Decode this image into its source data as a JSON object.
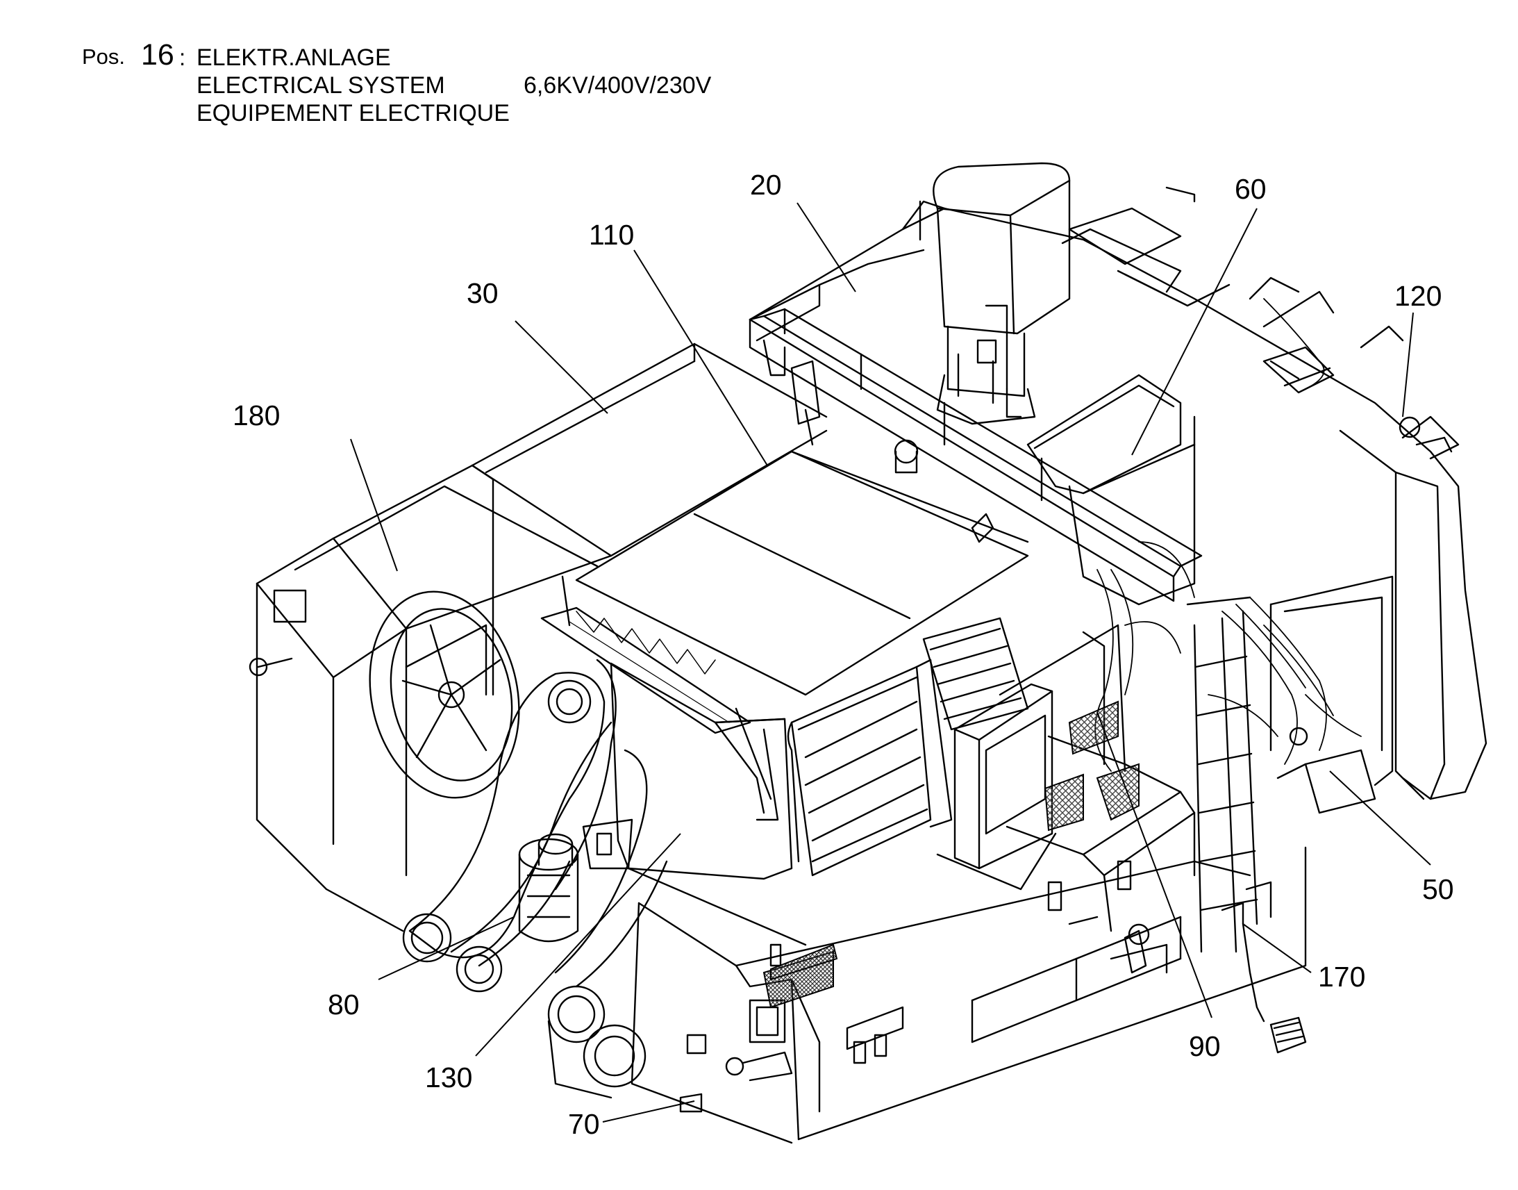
{
  "header": {
    "pos_label": "Pos.",
    "pos_number": "16",
    "separator": ":",
    "title_de": "ELEKTR.ANLAGE",
    "title_en": "ELECTRICAL SYSTEM",
    "voltage": "6,6KV/400V/230V",
    "title_fr": "EQUIPEMENT ELECTRIQUE"
  },
  "callouts": [
    {
      "id": "20",
      "label": "20"
    },
    {
      "id": "30",
      "label": "30"
    },
    {
      "id": "50",
      "label": "50"
    },
    {
      "id": "60",
      "label": "60"
    },
    {
      "id": "70",
      "label": "70"
    },
    {
      "id": "80",
      "label": "80"
    },
    {
      "id": "90",
      "label": "90"
    },
    {
      "id": "110",
      "label": "110"
    },
    {
      "id": "120",
      "label": "120"
    },
    {
      "id": "130",
      "label": "130"
    },
    {
      "id": "170",
      "label": "170"
    },
    {
      "id": "180",
      "label": "180"
    }
  ],
  "colors": {
    "ink": "#000000",
    "paper": "#ffffff",
    "mesh": "#444444"
  }
}
